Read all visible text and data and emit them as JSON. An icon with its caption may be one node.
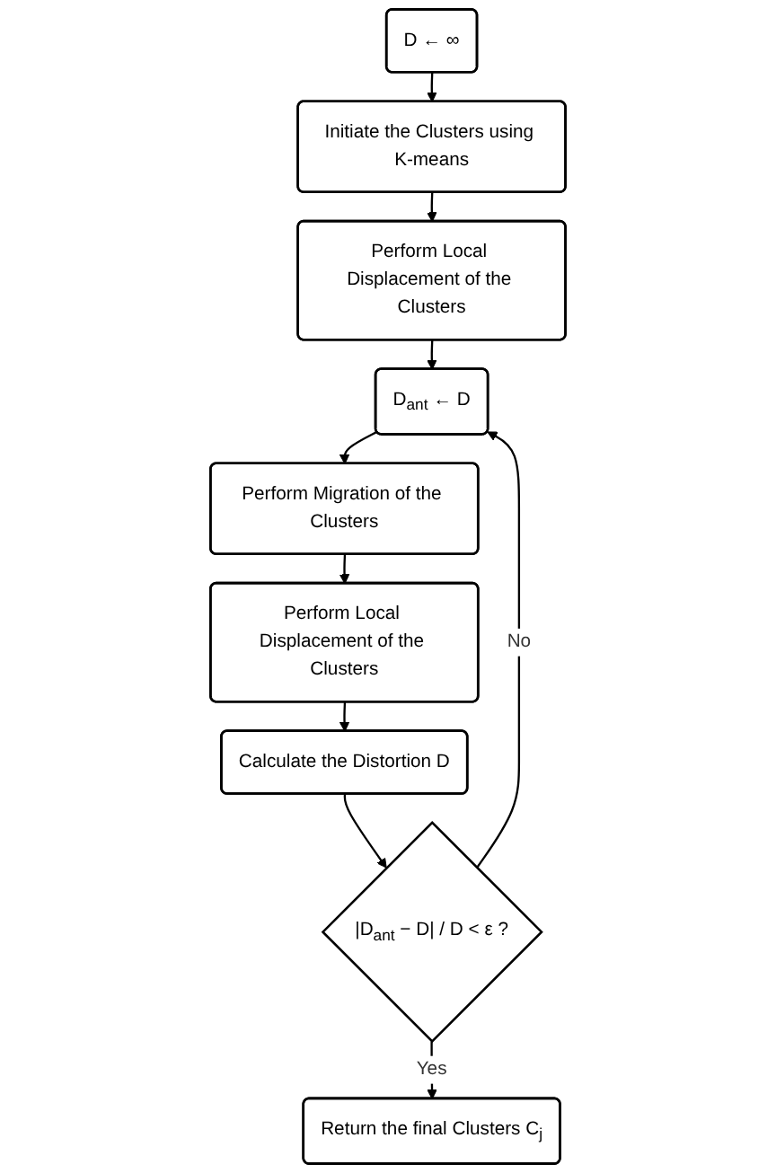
{
  "diagram": {
    "nodes": [
      {
        "text": [
          "D ← ∞"
        ]
      },
      {
        "text": [
          "Initiate the Clusters using K-means"
        ]
      },
      {
        "text": [
          "Perform Local Displacement of the Clusters"
        ]
      },
      {
        "text": [
          "D$_{ant}$ ← D"
        ]
      },
      {
        "text": [
          "Perform Migration of the Clusters"
        ]
      },
      {
        "text": [
          "Perform Local Displacement of the Clusters"
        ]
      },
      {
        "text": [
          "Calculate the Distortion D"
        ]
      },
      {
        "text": [
          "|D$_{ant}$ − D| / D < ε ?"
        ]
      },
      {
        "text": [
          "Return the final Clusters C$_{j}$"
        ]
      }
    ],
    "edges": [
      {
        "from": 0,
        "to": 1,
        "arrow": "to"
      },
      {
        "from": 1,
        "to": 2,
        "arrow": "to"
      },
      {
        "from": 2,
        "to": 3,
        "arrow": "to"
      },
      {
        "from": 3,
        "to": 4,
        "arrow": "to"
      },
      {
        "from": 4,
        "to": 5,
        "arrow": "to"
      },
      {
        "from": 5,
        "to": 6,
        "arrow": "to"
      },
      {
        "from": 6,
        "to": 7,
        "arrow": "to"
      },
      {
        "from": 7,
        "to": 3,
        "arrow": "to",
        "label": "No"
      },
      {
        "from": 7,
        "to": 8,
        "arrow": "to",
        "label": "Yes"
      }
    ]
  }
}
